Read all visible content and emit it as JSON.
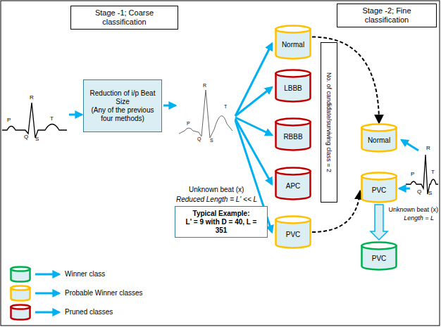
{
  "diagram": {
    "nodes": [
      {
        "text": [
          "Stage -1; Coarse classification"
        ]
      },
      {
        "text": [
          "Stage -2; Fine classification"
        ]
      },
      {
        "text": [
          "Normal"
        ]
      },
      {
        "text": [
          "LBBB"
        ]
      },
      {
        "text": [
          "Reduction of i/p Beat Size",
          "(Any of the previous four methods)"
        ]
      },
      {
        "text": [
          "RBBB"
        ]
      },
      {
        "text": [
          "No. of candidate/surviving class = 2"
        ]
      },
      {
        "text": [
          "Normal"
        ]
      },
      {
        "text": [
          "APC"
        ]
      },
      {
        "text": [
          "PVC"
        ]
      },
      {
        "text": [
          "PVC"
        ]
      },
      {
        "text": [
          "Typical Example:",
          "L' = 9 with D = 40, L = 351"
        ]
      },
      {
        "text": [
          "PVC"
        ]
      }
    ],
    "edges": [
      {
        "from": 2,
        "to": 7,
        "arrow": "to"
      },
      {
        "from": 10,
        "to": 9,
        "arrow": "to"
      },
      {
        "from": 9,
        "to": 12,
        "arrow": "to"
      }
    ],
    "labels": [
      "P",
      "Q",
      "R",
      "S",
      "T",
      "R",
      "P",
      "T",
      "Q",
      "S",
      "Unknown beat (x)",
      "Reduced Length = L' << L",
      "R",
      "P",
      "Q",
      "S",
      "T",
      "Unknown beat (x)",
      "Length = L"
    ],
    "legend": [
      {
        "text": "Winner class",
        "color": "#00b050"
      },
      {
        "text": "Probable Winner classes",
        "color": "#ffc000"
      },
      {
        "text": "Pruned classes",
        "color": "#c00000"
      }
    ]
  }
}
